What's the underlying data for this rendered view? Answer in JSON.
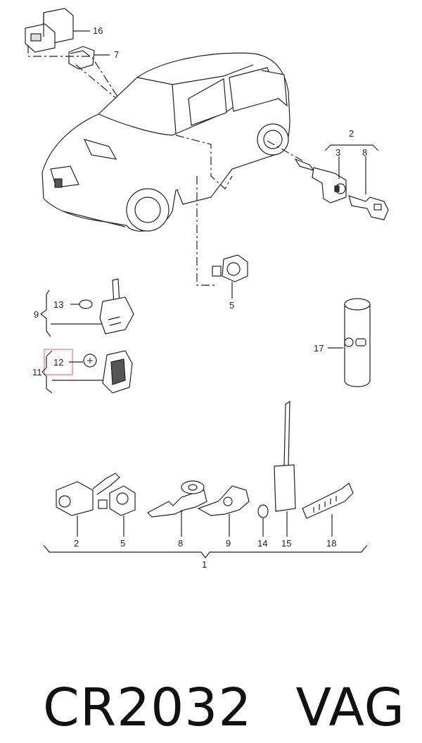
{
  "caption": {
    "part": "CR2032",
    "brand": "VAG"
  },
  "highlight_color": "#e88a8a",
  "callouts": [
    "16",
    "7",
    "2",
    "3",
    "8",
    "5",
    "13",
    "9",
    "12",
    "11",
    "17"
  ],
  "bottom_row": [
    "2",
    "5",
    "8",
    "9",
    "14",
    "15",
    "18"
  ],
  "group_label": "1"
}
